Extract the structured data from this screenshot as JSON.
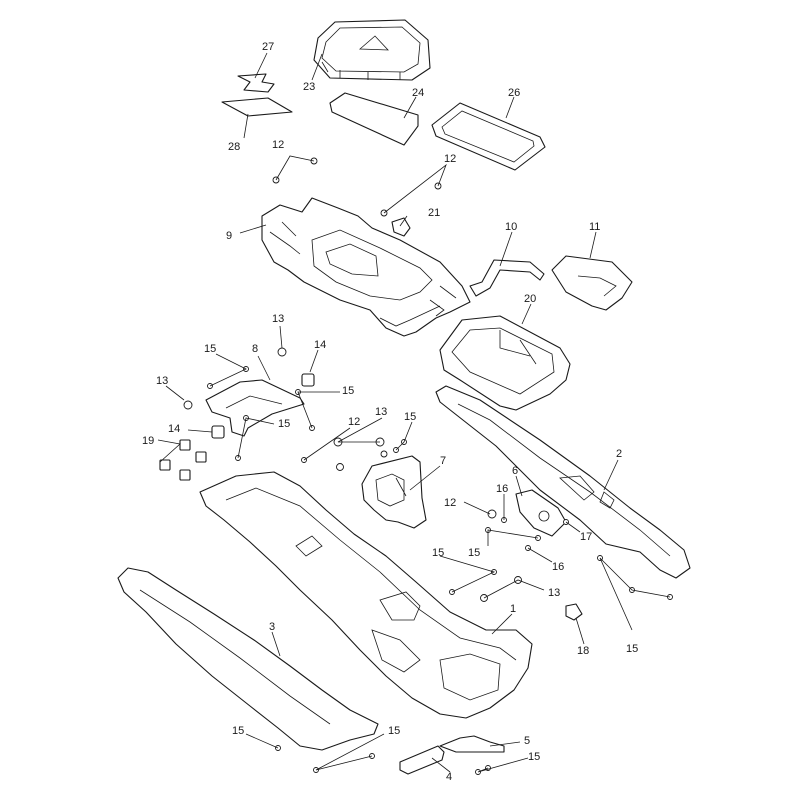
{
  "callouts": {
    "c1": "1",
    "c2": "2",
    "c3": "3",
    "c4": "4",
    "c5": "5",
    "c6": "6",
    "c7": "7",
    "c8": "8",
    "c9": "9",
    "c10": "10",
    "c11": "11",
    "c12": "12",
    "c13": "13",
    "c14": "14",
    "c15": "15",
    "c16": "16",
    "c17": "17",
    "c18": "18",
    "c19": "19",
    "c20": "20",
    "c21": "21",
    "c23": "23",
    "c24": "24",
    "c26": "26",
    "c27": "27",
    "c28": "28"
  }
}
